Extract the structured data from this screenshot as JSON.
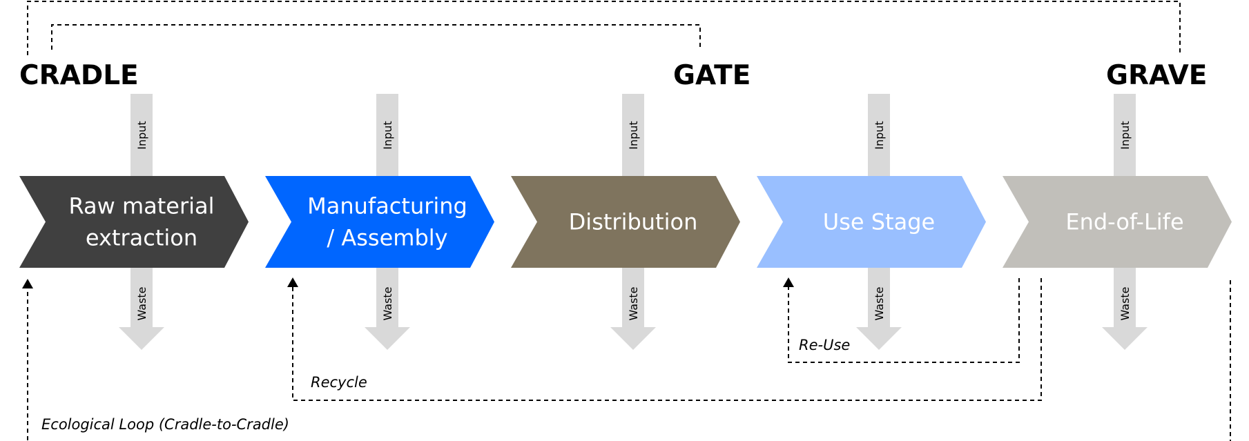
{
  "milestones": {
    "cradle": "CRADLE",
    "gate": "GATE",
    "grave": "GRAVE"
  },
  "stages": [
    {
      "lines": [
        "Raw material",
        "extraction"
      ],
      "color": "#404040"
    },
    {
      "lines": [
        "Manufacturing",
        "/ Assembly"
      ],
      "color": "#0066ff"
    },
    {
      "lines": [
        "Distribution"
      ],
      "color": "#7f745e"
    },
    {
      "lines": [
        "Use Stage"
      ],
      "color": "#99bfff"
    },
    {
      "lines": [
        "End-of-Life"
      ],
      "color": "#c1bfba"
    }
  ],
  "flows": {
    "input_label": "Input",
    "waste_label": "Waste",
    "color": "#d9d9d9"
  },
  "loops": {
    "reuse": "Re-Use",
    "recycle": "Recycle",
    "ecological": "Ecological Loop (Cradle-to-Cradle)"
  }
}
